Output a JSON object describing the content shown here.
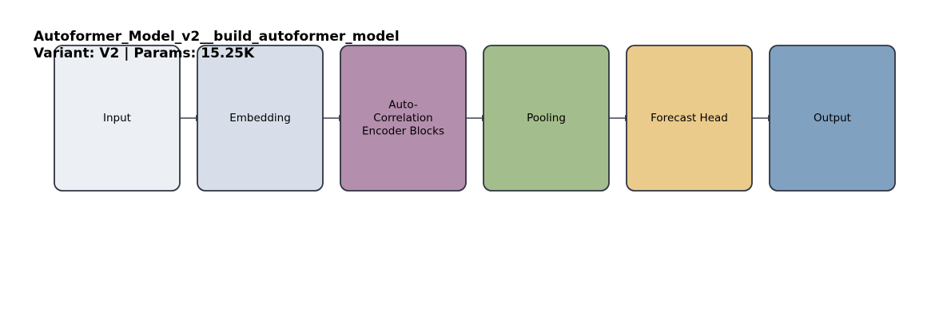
{
  "title": {
    "line1": "Autoformer_Model_v2__build_autoformer_model",
    "line2": "Variant: V2 | Params: 15.25K"
  },
  "nodes": [
    {
      "id": "input",
      "label": [
        "Input"
      ],
      "fill": "#eceff4"
    },
    {
      "id": "embedding",
      "label": [
        "Embedding"
      ],
      "fill": "#d8dee9"
    },
    {
      "id": "encoder",
      "label": [
        "Auto-",
        "Correlation",
        "Encoder Blocks"
      ],
      "fill": "#b48ead"
    },
    {
      "id": "pooling",
      "label": [
        "Pooling"
      ],
      "fill": "#a3be8c"
    },
    {
      "id": "forecast-head",
      "label": [
        "Forecast Head"
      ],
      "fill": "#ebcb8b"
    },
    {
      "id": "output",
      "label": [
        "Output"
      ],
      "fill": "#81a1c1"
    }
  ],
  "colors": {
    "stroke": "#2e3440",
    "arrow": "#3b4252"
  }
}
